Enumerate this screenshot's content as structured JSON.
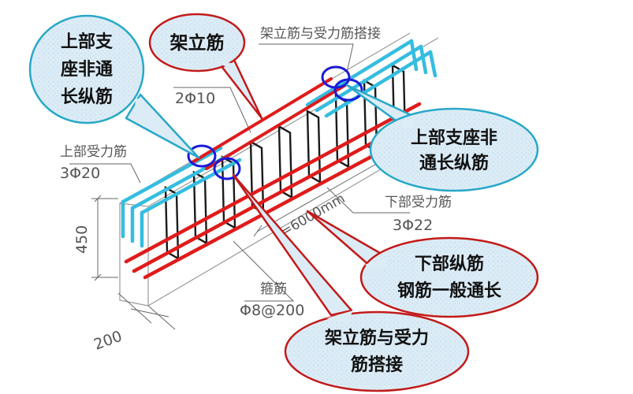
{
  "callouts": {
    "top_left": {
      "line1": "上部支",
      "line2": "座非通",
      "line3": "长纵筋"
    },
    "erection_bar": "架立筋",
    "top_right": {
      "line1": "上部支座非",
      "line2": "通长纵筋"
    },
    "bottom_bar": {
      "line1": "下部纵筋",
      "line2": "钢筋一般通长"
    },
    "lap": {
      "line1": "架立筋与受力",
      "line2": "筋搭接"
    }
  },
  "dimensions": {
    "lap_top_label": "架立筋与受力筋搭接",
    "erection_spec": "2Φ10",
    "top_bar_label": "上部受力筋",
    "top_bar_spec": "3Φ20",
    "height": "450",
    "width": "200",
    "span": "L=6000mm",
    "bottom_bar_label": "下部受力筋",
    "bottom_bar_spec": "3Φ22",
    "stirrup_label": "箍筋",
    "stirrup_spec": "Φ8@200"
  },
  "colors": {
    "callout_blue_fill": "#dcecf6",
    "callout_blue_edge": "#28a8c8",
    "callout_red_edge": "#c21a1a",
    "red_bar": "#e01b1b",
    "cyan_bar": "#35bde0",
    "mark_circle": "#1a1ad8"
  }
}
